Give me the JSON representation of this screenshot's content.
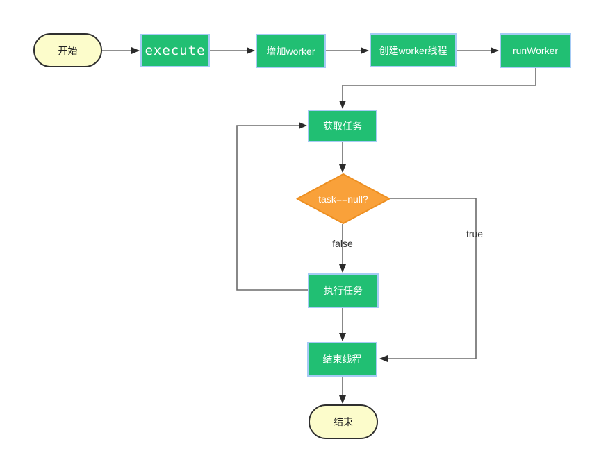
{
  "diagram": {
    "title": "thread-pool execute flowchart",
    "colors": {
      "process_fill": "#21BF73",
      "process_border": "#A6CBF5",
      "decision_fill": "#F9A13A",
      "decision_border": "#ED8F21",
      "terminator_fill": "#FCFCCB",
      "terminator_border": "#2F2F2F",
      "edge_line": "#6B6B6B",
      "arrowhead": "#2B2B2B",
      "process_text": "#FFFFFF",
      "terminator_text": "#222222",
      "edge_label_text": "#333333",
      "background": "#FFFFFF"
    },
    "nodes": {
      "start": {
        "label": "开始",
        "type": "terminator"
      },
      "execute": {
        "label": "execute",
        "type": "process"
      },
      "add_worker": {
        "label": "增加worker",
        "type": "process"
      },
      "create_worker_thread": {
        "label": "创建worker线程",
        "type": "process"
      },
      "run_worker": {
        "label": "runWorker",
        "type": "process"
      },
      "get_task": {
        "label": "获取任务",
        "type": "process"
      },
      "task_null_decision": {
        "label": "task==null?",
        "type": "decision"
      },
      "execute_task": {
        "label": "执行任务",
        "type": "process"
      },
      "end_thread": {
        "label": "结束线程",
        "type": "process"
      },
      "end": {
        "label": "结束",
        "type": "terminator"
      }
    },
    "edge_labels": {
      "false_branch": "false",
      "true_branch": "true"
    }
  }
}
